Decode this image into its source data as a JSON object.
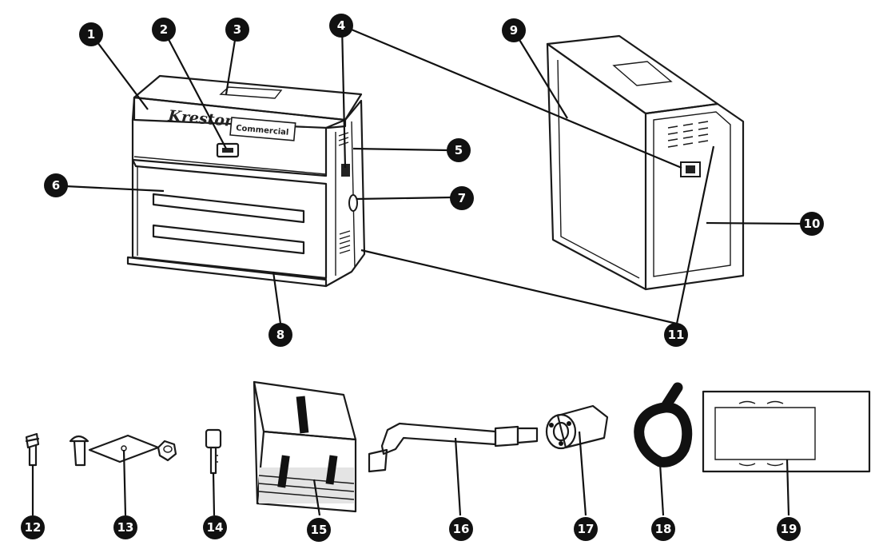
{
  "brand": {
    "logo_text": "Kreston",
    "badge_text": "Commercial"
  },
  "callouts": [
    {
      "id": "1",
      "label": "1"
    },
    {
      "id": "2",
      "label": "2"
    },
    {
      "id": "3",
      "label": "3"
    },
    {
      "id": "4",
      "label": "4"
    },
    {
      "id": "5",
      "label": "5"
    },
    {
      "id": "6",
      "label": "6"
    },
    {
      "id": "7",
      "label": "7"
    },
    {
      "id": "8",
      "label": "8"
    },
    {
      "id": "9",
      "label": "9"
    },
    {
      "id": "10",
      "label": "10"
    },
    {
      "id": "11",
      "label": "11"
    },
    {
      "id": "12",
      "label": "12"
    },
    {
      "id": "13",
      "label": "13"
    },
    {
      "id": "14",
      "label": "14"
    },
    {
      "id": "15",
      "label": "15"
    },
    {
      "id": "16",
      "label": "16"
    },
    {
      "id": "17",
      "label": "17"
    },
    {
      "id": "18",
      "label": "18"
    },
    {
      "id": "19",
      "label": "19"
    }
  ]
}
